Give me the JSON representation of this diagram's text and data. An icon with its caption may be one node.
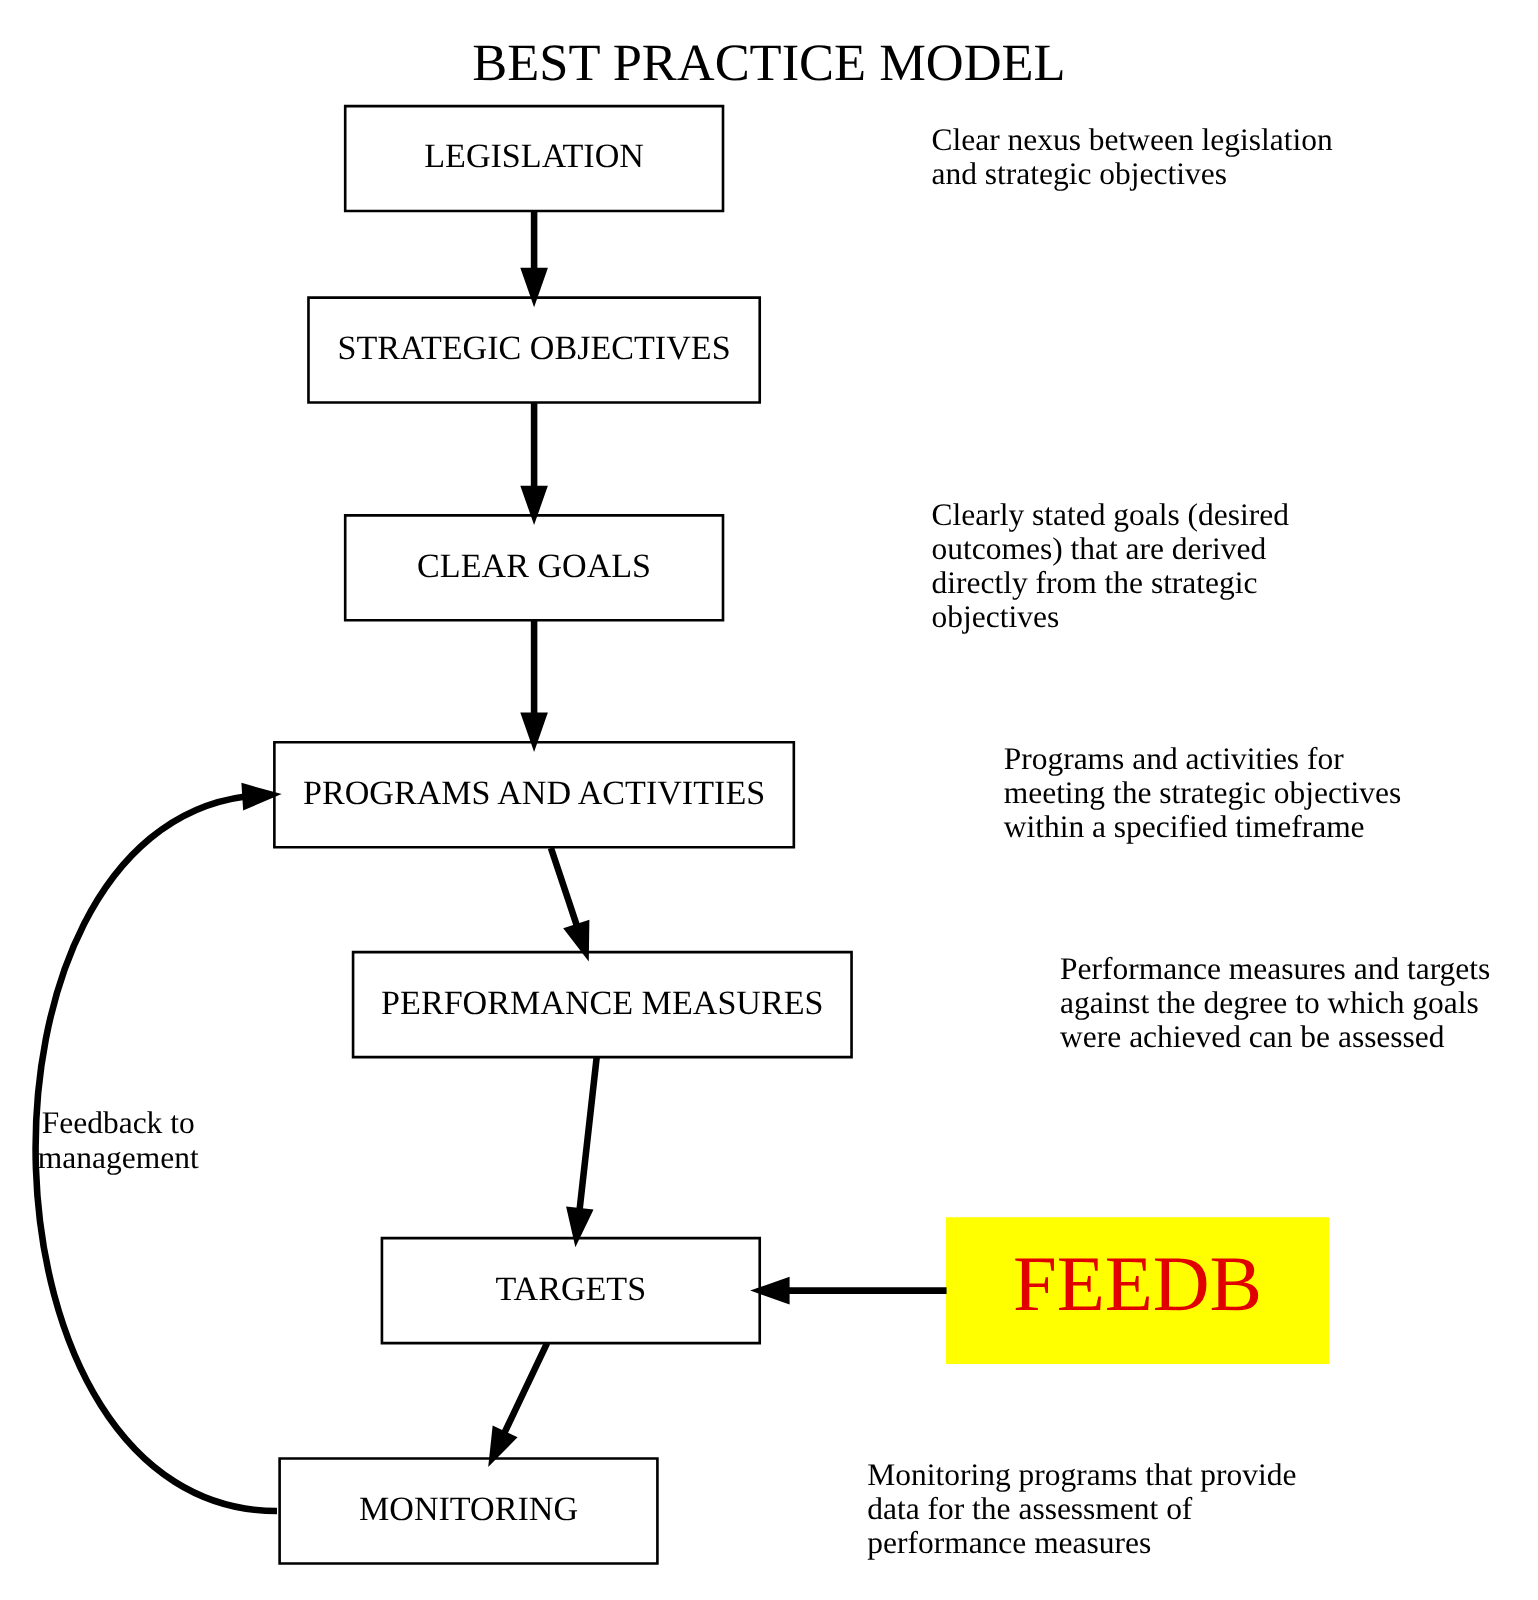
{
  "diagram": {
    "title": "BEST PRACTICE MODEL",
    "nodes": [
      {
        "text": [
          "LEGISLATION"
        ]
      },
      {
        "text": [
          "STRATEGIC OBJECTIVES"
        ]
      },
      {
        "text": [
          "CLEAR GOALS"
        ]
      },
      {
        "text": [
          "PROGRAMS AND ACTIVITIES"
        ]
      },
      {
        "text": [
          "PERFORMANCE MEASURES"
        ]
      },
      {
        "text": [
          "TARGETS"
        ]
      },
      {
        "text": [
          "MONITORING"
        ]
      },
      {
        "text": [
          "FEEDB"
        ]
      }
    ],
    "edges": [
      {
        "from": 0,
        "to": 1,
        "arrow": "to"
      },
      {
        "from": 1,
        "to": 2,
        "arrow": "to"
      },
      {
        "from": 2,
        "to": 3,
        "arrow": "to"
      },
      {
        "from": 3,
        "to": 4,
        "arrow": "to"
      },
      {
        "from": 4,
        "to": 5,
        "arrow": "to"
      },
      {
        "from": 5,
        "to": 6,
        "arrow": "to"
      },
      {
        "from": 6,
        "to": 3,
        "arrow": "to",
        "label": "Feedback to management"
      },
      {
        "from": 7,
        "to": 5,
        "arrow": "to"
      }
    ],
    "labels": [
      "Clear nexus between legislation and strategic objectives",
      "Clearly stated goals (desired outcomes) that are derived directly from the strategic objectives",
      "Programs and activities for meeting the strategic objectives within a specified timeframe",
      "Performance measures and targets against the degree to which goals were achieved can be assessed",
      "Monitoring programs that provide data for the assessment of performance measures"
    ]
  }
}
